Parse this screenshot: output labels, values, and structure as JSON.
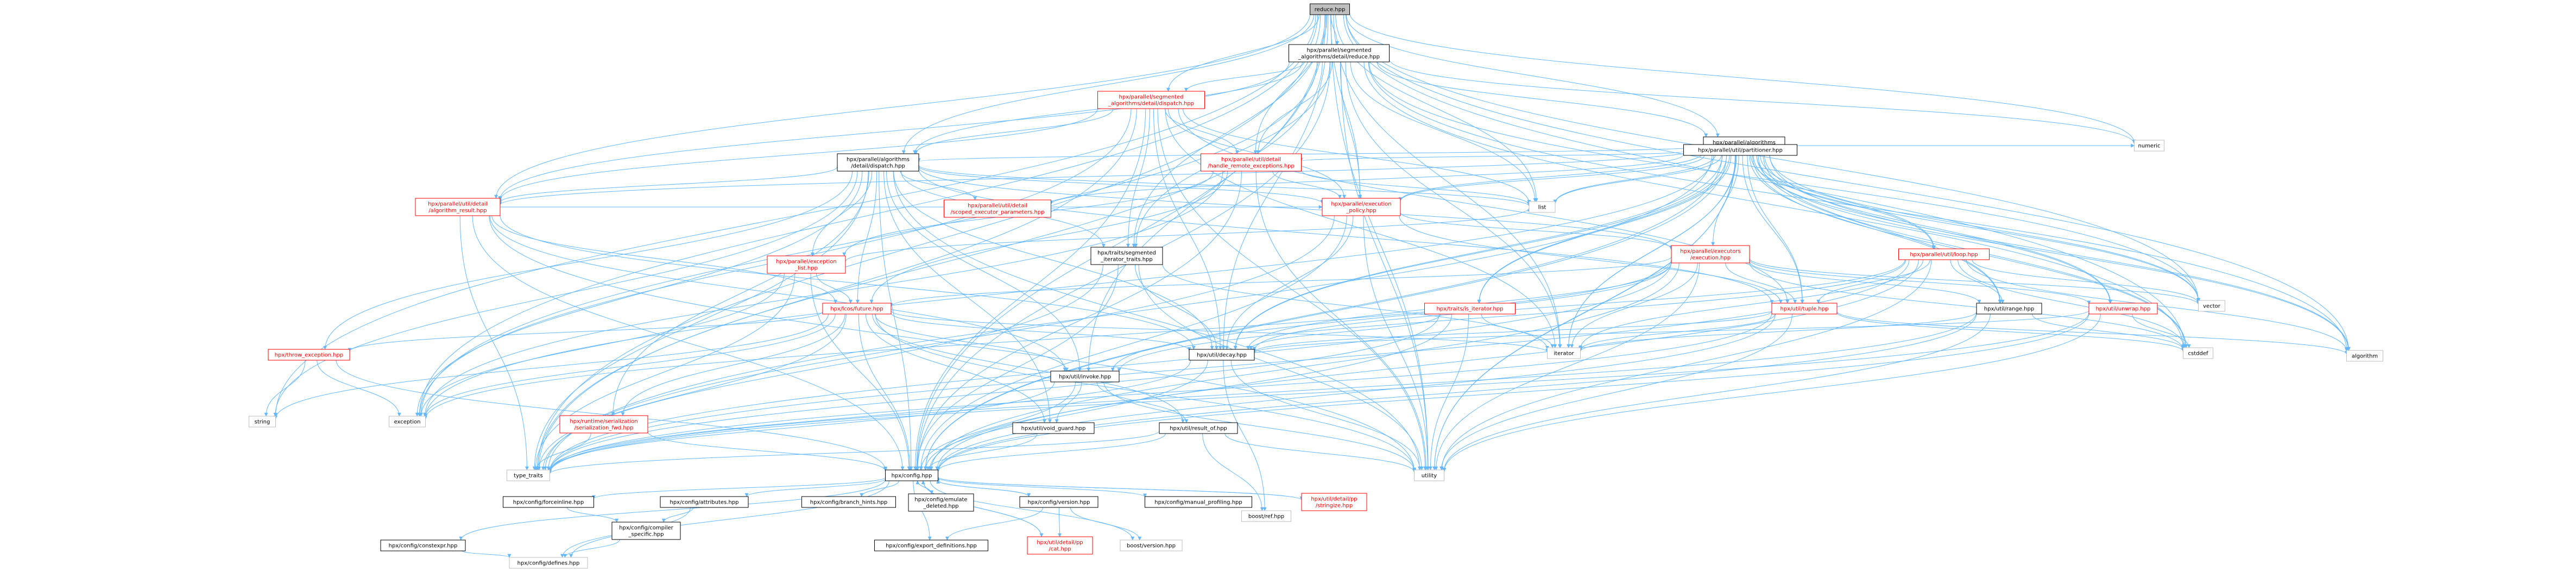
{
  "colors": {
    "edge": "#63b8ff",
    "box_border": "#000000",
    "box_fill": "#ffffff",
    "missing_border": "#bfbfbf",
    "root_fill": "#bfbfbf",
    "incomplete_text": "#ff0000",
    "text": "#000000"
  },
  "nodes": [
    {
      "id": "reduce",
      "lines": [
        "reduce.hpp"
      ],
      "kind": "root"
    },
    {
      "id": "seg_reduce",
      "lines": [
        "hpx/parallel/segmented",
        "_algorithms/detail/reduce.hpp"
      ],
      "kind": "normal"
    },
    {
      "id": "seg_dispatch",
      "lines": [
        "hpx/parallel/segmented",
        "_algorithms/detail/dispatch.hpp"
      ],
      "kind": "incomplete"
    },
    {
      "id": "alg_reduce",
      "lines": [
        "hpx/parallel/algorithms",
        "/reduce.hpp"
      ],
      "kind": "normal"
    },
    {
      "id": "alg_dispatch",
      "lines": [
        "hpx/parallel/algorithms",
        "/detail/dispatch.hpp"
      ],
      "kind": "normal"
    },
    {
      "id": "handle_remote",
      "lines": [
        "hpx/parallel/util/detail",
        "/handle_remote_exceptions.hpp"
      ],
      "kind": "incomplete"
    },
    {
      "id": "partitioner",
      "lines": [
        "hpx/parallel/util/partitioner.hpp"
      ],
      "kind": "normal"
    },
    {
      "id": "numeric",
      "lines": [
        "numeric"
      ],
      "kind": "missing"
    },
    {
      "id": "alg_result",
      "lines": [
        "hpx/parallel/util/detail",
        "/algorithm_result.hpp"
      ],
      "kind": "incomplete"
    },
    {
      "id": "scoped_exec",
      "lines": [
        "hpx/parallel/util/detail",
        "/scoped_executor_parameters.hpp"
      ],
      "kind": "incomplete"
    },
    {
      "id": "exec_policy",
      "lines": [
        "hpx/parallel/execution",
        "_policy.hpp"
      ],
      "kind": "incomplete"
    },
    {
      "id": "list",
      "lines": [
        "list"
      ],
      "kind": "missing"
    },
    {
      "id": "seg_iter",
      "lines": [
        "hpx/traits/segmented",
        "_iterator_traits.hpp"
      ],
      "kind": "normal"
    },
    {
      "id": "executors_exec",
      "lines": [
        "hpx/parallel/executors",
        "/execution.hpp"
      ],
      "kind": "incomplete"
    },
    {
      "id": "util_loop",
      "lines": [
        "hpx/parallel/util/loop.hpp"
      ],
      "kind": "incomplete"
    },
    {
      "id": "exc_list",
      "lines": [
        "hpx/parallel/exception",
        "_list.hpp"
      ],
      "kind": "incomplete"
    },
    {
      "id": "future",
      "lines": [
        "hpx/lcos/future.hpp"
      ],
      "kind": "incomplete"
    },
    {
      "id": "is_iterator",
      "lines": [
        "hpx/traits/is_iterator.hpp"
      ],
      "kind": "incomplete"
    },
    {
      "id": "tuple",
      "lines": [
        "hpx/util/tuple.hpp"
      ],
      "kind": "incomplete"
    },
    {
      "id": "range",
      "lines": [
        "hpx/util/range.hpp"
      ],
      "kind": "normal"
    },
    {
      "id": "unwrap",
      "lines": [
        "hpx/util/unwrap.hpp"
      ],
      "kind": "incomplete"
    },
    {
      "id": "vector",
      "lines": [
        "vector"
      ],
      "kind": "missing"
    },
    {
      "id": "throw_exc",
      "lines": [
        "hpx/throw_exception.hpp"
      ],
      "kind": "incomplete"
    },
    {
      "id": "decay",
      "lines": [
        "hpx/util/decay.hpp"
      ],
      "kind": "normal"
    },
    {
      "id": "iterator",
      "lines": [
        "iterator"
      ],
      "kind": "missing"
    },
    {
      "id": "invoke",
      "lines": [
        "hpx/util/invoke.hpp"
      ],
      "kind": "normal"
    },
    {
      "id": "cstddef",
      "lines": [
        "cstddef"
      ],
      "kind": "missing"
    },
    {
      "id": "algorithm",
      "lines": [
        "algorithm"
      ],
      "kind": "missing"
    },
    {
      "id": "string",
      "lines": [
        "string"
      ],
      "kind": "missing"
    },
    {
      "id": "exception",
      "lines": [
        "exception"
      ],
      "kind": "missing"
    },
    {
      "id": "ser_fwd",
      "lines": [
        "hpx/runtime/serialization",
        "/serialization_fwd.hpp"
      ],
      "kind": "incomplete"
    },
    {
      "id": "void_guard",
      "lines": [
        "hpx/util/void_guard.hpp"
      ],
      "kind": "normal"
    },
    {
      "id": "result_of",
      "lines": [
        "hpx/util/result_of.hpp"
      ],
      "kind": "normal"
    },
    {
      "id": "type_traits",
      "lines": [
        "type_traits"
      ],
      "kind": "missing"
    },
    {
      "id": "config",
      "lines": [
        "hpx/config.hpp"
      ],
      "kind": "normal"
    },
    {
      "id": "utility",
      "lines": [
        "utility"
      ],
      "kind": "missing"
    },
    {
      "id": "boost_ref",
      "lines": [
        "boost/ref.hpp"
      ],
      "kind": "missing"
    },
    {
      "id": "forceinline",
      "lines": [
        "hpx/config/forceinline.hpp"
      ],
      "kind": "normal"
    },
    {
      "id": "attributes",
      "lines": [
        "hpx/config/attributes.hpp"
      ],
      "kind": "normal"
    },
    {
      "id": "branch_hints",
      "lines": [
        "hpx/config/branch_hints.hpp"
      ],
      "kind": "normal"
    },
    {
      "id": "emulate_deleted",
      "lines": [
        "hpx/config/emulate",
        "_deleted.hpp"
      ],
      "kind": "normal"
    },
    {
      "id": "version",
      "lines": [
        "hpx/config/version.hpp"
      ],
      "kind": "normal"
    },
    {
      "id": "manual_profiling",
      "lines": [
        "hpx/config/manual_profiling.hpp"
      ],
      "kind": "normal"
    },
    {
      "id": "stringize",
      "lines": [
        "hpx/util/detail/pp",
        "/stringize.hpp"
      ],
      "kind": "incomplete"
    },
    {
      "id": "constexpr",
      "lines": [
        "hpx/config/constexpr.hpp"
      ],
      "kind": "normal"
    },
    {
      "id": "compiler_specific",
      "lines": [
        "hpx/config/compiler",
        "_specific.hpp"
      ],
      "kind": "normal"
    },
    {
      "id": "export_defs",
      "lines": [
        "hpx/config/export_definitions.hpp"
      ],
      "kind": "normal"
    },
    {
      "id": "pp_cat",
      "lines": [
        "hpx/util/detail/pp",
        "/cat.hpp"
      ],
      "kind": "incomplete"
    },
    {
      "id": "boost_version",
      "lines": [
        "boost/version.hpp"
      ],
      "kind": "missing"
    },
    {
      "id": "defines",
      "lines": [
        "hpx/config/defines.hpp"
      ],
      "kind": "missing"
    }
  ],
  "edges": [
    [
      "reduce",
      "seg_reduce"
    ],
    [
      "reduce",
      "alg_reduce"
    ],
    [
      "reduce",
      "seg_dispatch"
    ],
    [
      "reduce",
      "alg_dispatch"
    ],
    [
      "reduce",
      "handle_remote"
    ],
    [
      "reduce",
      "exec_policy"
    ],
    [
      "reduce",
      "seg_iter"
    ],
    [
      "reduce",
      "alg_result"
    ],
    [
      "reduce",
      "list"
    ],
    [
      "reduce",
      "numeric"
    ],
    [
      "reduce",
      "vector"
    ],
    [
      "reduce",
      "algorithm"
    ],
    [
      "reduce",
      "iterator"
    ],
    [
      "reduce",
      "type_traits"
    ],
    [
      "reduce",
      "utility"
    ],
    [
      "reduce",
      "config"
    ],
    [
      "reduce",
      "invoke"
    ],
    [
      "reduce",
      "decay"
    ],
    [
      "reduce",
      "string"
    ],
    [
      "reduce",
      "exception"
    ],
    [
      "reduce",
      "cstddef"
    ],
    [
      "seg_reduce",
      "seg_dispatch"
    ],
    [
      "seg_reduce",
      "alg_dispatch"
    ],
    [
      "seg_reduce",
      "alg_reduce"
    ],
    [
      "seg_reduce",
      "exec_policy"
    ],
    [
      "seg_reduce",
      "seg_iter"
    ],
    [
      "seg_reduce",
      "list"
    ],
    [
      "seg_reduce",
      "numeric"
    ],
    [
      "seg_reduce",
      "vector"
    ],
    [
      "seg_reduce",
      "algorithm"
    ],
    [
      "seg_reduce",
      "iterator"
    ],
    [
      "seg_reduce",
      "type_traits"
    ],
    [
      "seg_reduce",
      "utility"
    ],
    [
      "seg_reduce",
      "config"
    ],
    [
      "seg_reduce",
      "alg_result"
    ],
    [
      "seg_reduce",
      "handle_remote"
    ],
    [
      "seg_reduce",
      "cstddef"
    ],
    [
      "seg_reduce",
      "exception"
    ],
    [
      "seg_dispatch",
      "alg_dispatch"
    ],
    [
      "seg_dispatch",
      "handle_remote"
    ],
    [
      "seg_dispatch",
      "exec_policy"
    ],
    [
      "seg_dispatch",
      "seg_iter"
    ],
    [
      "seg_dispatch",
      "list"
    ],
    [
      "seg_dispatch",
      "alg_result"
    ],
    [
      "seg_dispatch",
      "type_traits"
    ],
    [
      "seg_dispatch",
      "utility"
    ],
    [
      "seg_dispatch",
      "config"
    ],
    [
      "seg_dispatch",
      "exception"
    ],
    [
      "seg_dispatch",
      "iterator"
    ],
    [
      "seg_dispatch",
      "decay"
    ],
    [
      "seg_dispatch",
      "tuple"
    ],
    [
      "alg_reduce",
      "alg_dispatch"
    ],
    [
      "alg_reduce",
      "partitioner"
    ],
    [
      "alg_reduce",
      "exec_policy"
    ],
    [
      "alg_reduce",
      "alg_result"
    ],
    [
      "alg_reduce",
      "util_loop"
    ],
    [
      "alg_reduce",
      "is_iterator"
    ],
    [
      "alg_reduce",
      "range"
    ],
    [
      "alg_reduce",
      "unwrap"
    ],
    [
      "alg_reduce",
      "numeric"
    ],
    [
      "alg_reduce",
      "vector"
    ],
    [
      "alg_reduce",
      "algorithm"
    ],
    [
      "alg_reduce",
      "iterator"
    ],
    [
      "alg_reduce",
      "type_traits"
    ],
    [
      "alg_reduce",
      "utility"
    ],
    [
      "alg_reduce",
      "config"
    ],
    [
      "alg_reduce",
      "cstddef"
    ],
    [
      "alg_reduce",
      "list"
    ],
    [
      "alg_reduce",
      "decay"
    ],
    [
      "alg_reduce",
      "tuple"
    ],
    [
      "alg_dispatch",
      "alg_result"
    ],
    [
      "alg_dispatch",
      "scoped_exec"
    ],
    [
      "alg_dispatch",
      "exec_policy"
    ],
    [
      "alg_dispatch",
      "exc_list"
    ],
    [
      "alg_dispatch",
      "future"
    ],
    [
      "alg_dispatch",
      "seg_iter"
    ],
    [
      "alg_dispatch",
      "throw_exc"
    ],
    [
      "alg_dispatch",
      "decay"
    ],
    [
      "alg_dispatch",
      "invoke"
    ],
    [
      "alg_dispatch",
      "tuple"
    ],
    [
      "alg_dispatch",
      "ser_fwd"
    ],
    [
      "alg_dispatch",
      "string"
    ],
    [
      "alg_dispatch",
      "type_traits"
    ],
    [
      "alg_dispatch",
      "utility"
    ],
    [
      "alg_dispatch",
      "config"
    ],
    [
      "alg_dispatch",
      "exception"
    ],
    [
      "alg_dispatch",
      "list"
    ],
    [
      "alg_dispatch",
      "executors_exec"
    ],
    [
      "alg_dispatch",
      "void_guard"
    ],
    [
      "handle_remote",
      "exec_policy"
    ],
    [
      "handle_remote",
      "exc_list"
    ],
    [
      "handle_remote",
      "list"
    ],
    [
      "handle_remote",
      "exception"
    ],
    [
      "handle_remote",
      "utility"
    ],
    [
      "handle_remote",
      "config"
    ],
    [
      "handle_remote",
      "future"
    ],
    [
      "partitioner",
      "exec_policy"
    ],
    [
      "partitioner",
      "executors_exec"
    ],
    [
      "partitioner",
      "scoped_exec"
    ],
    [
      "partitioner",
      "handle_remote"
    ],
    [
      "partitioner",
      "util_loop"
    ],
    [
      "partitioner",
      "tuple"
    ],
    [
      "partitioner",
      "unwrap"
    ],
    [
      "partitioner",
      "range"
    ],
    [
      "partitioner",
      "list"
    ],
    [
      "partitioner",
      "vector"
    ],
    [
      "partitioner",
      "iterator"
    ],
    [
      "partitioner",
      "algorithm"
    ],
    [
      "partitioner",
      "cstddef"
    ],
    [
      "partitioner",
      "exception"
    ],
    [
      "partitioner",
      "utility"
    ],
    [
      "partitioner",
      "config"
    ],
    [
      "partitioner",
      "decay"
    ],
    [
      "partitioner",
      "is_iterator"
    ],
    [
      "alg_result",
      "future"
    ],
    [
      "alg_result",
      "exec_policy"
    ],
    [
      "alg_result",
      "type_traits"
    ],
    [
      "alg_result",
      "utility"
    ],
    [
      "alg_result",
      "config"
    ],
    [
      "alg_result",
      "invoke"
    ],
    [
      "alg_result",
      "decay"
    ],
    [
      "exec_policy",
      "executors_exec"
    ],
    [
      "exec_policy",
      "decay"
    ],
    [
      "exec_policy",
      "type_traits"
    ],
    [
      "exec_policy",
      "utility"
    ],
    [
      "exec_policy",
      "config"
    ],
    [
      "exec_policy",
      "tuple"
    ],
    [
      "exec_policy",
      "memory"
    ],
    [
      "seg_iter",
      "decay"
    ],
    [
      "seg_iter",
      "type_traits"
    ],
    [
      "seg_iter",
      "utility"
    ],
    [
      "seg_iter",
      "config"
    ],
    [
      "seg_iter",
      "iterator"
    ],
    [
      "executors_exec",
      "future"
    ],
    [
      "executors_exec",
      "decay"
    ],
    [
      "executors_exec",
      "invoke"
    ],
    [
      "executors_exec",
      "range"
    ],
    [
      "executors_exec",
      "unwrap"
    ],
    [
      "executors_exec",
      "tuple"
    ],
    [
      "executors_exec",
      "type_traits"
    ],
    [
      "executors_exec",
      "utility"
    ],
    [
      "executors_exec",
      "config"
    ],
    [
      "executors_exec",
      "vector"
    ],
    [
      "executors_exec",
      "iterator"
    ],
    [
      "executors_exec",
      "cstddef"
    ],
    [
      "executors_exec",
      "exception"
    ],
    [
      "util_loop",
      "decay"
    ],
    [
      "util_loop",
      "tuple"
    ],
    [
      "util_loop",
      "invoke"
    ],
    [
      "util_loop",
      "range"
    ],
    [
      "util_loop",
      "cstddef"
    ],
    [
      "util_loop",
      "iterator"
    ],
    [
      "util_loop",
      "algorithm"
    ],
    [
      "util_loop",
      "type_traits"
    ],
    [
      "util_loop",
      "utility"
    ],
    [
      "util_loop",
      "config"
    ],
    [
      "util_loop",
      "vector"
    ],
    [
      "exc_list",
      "future"
    ],
    [
      "exc_list",
      "config"
    ],
    [
      "exc_list",
      "list"
    ],
    [
      "exc_list",
      "exception"
    ],
    [
      "exc_list",
      "type_traits"
    ],
    [
      "future",
      "throw_exc"
    ],
    [
      "future",
      "decay"
    ],
    [
      "future",
      "invoke"
    ],
    [
      "future",
      "result_of"
    ],
    [
      "future",
      "void_guard"
    ],
    [
      "future",
      "ser_fwd"
    ],
    [
      "future",
      "exception"
    ],
    [
      "future",
      "iterator"
    ],
    [
      "future",
      "type_traits"
    ],
    [
      "future",
      "utility"
    ],
    [
      "future",
      "config"
    ],
    [
      "future",
      "string"
    ],
    [
      "is_iterator",
      "decay"
    ],
    [
      "is_iterator",
      "iterator"
    ],
    [
      "is_iterator",
      "type_traits"
    ],
    [
      "is_iterator",
      "utility"
    ],
    [
      "is_iterator",
      "config"
    ],
    [
      "tuple",
      "decay"
    ],
    [
      "tuple",
      "cstddef"
    ],
    [
      "tuple",
      "type_traits"
    ],
    [
      "tuple",
      "utility"
    ],
    [
      "tuple",
      "config"
    ],
    [
      "tuple",
      "algorithm"
    ],
    [
      "tuple",
      "iterator"
    ],
    [
      "range",
      "cstddef"
    ],
    [
      "range",
      "iterator"
    ],
    [
      "range",
      "type_traits"
    ],
    [
      "range",
      "utility"
    ],
    [
      "range",
      "config"
    ],
    [
      "unwrap",
      "cstddef"
    ],
    [
      "unwrap",
      "type_traits"
    ],
    [
      "unwrap",
      "utility"
    ],
    [
      "unwrap",
      "config"
    ],
    [
      "unwrap",
      "decay"
    ],
    [
      "throw_exc",
      "config"
    ],
    [
      "throw_exc",
      "exception"
    ],
    [
      "throw_exc",
      "string"
    ],
    [
      "decay",
      "boost_ref"
    ],
    [
      "decay",
      "type_traits"
    ],
    [
      "decay",
      "utility"
    ],
    [
      "decay",
      "config"
    ],
    [
      "invoke",
      "result_of"
    ],
    [
      "invoke",
      "void_guard"
    ],
    [
      "invoke",
      "type_traits"
    ],
    [
      "invoke",
      "utility"
    ],
    [
      "invoke",
      "config"
    ],
    [
      "ser_fwd",
      "config"
    ],
    [
      "ser_fwd",
      "type_traits"
    ],
    [
      "void_guard",
      "config"
    ],
    [
      "result_of",
      "boost_ref"
    ],
    [
      "result_of",
      "type_traits"
    ],
    [
      "result_of",
      "utility"
    ],
    [
      "result_of",
      "config"
    ],
    [
      "config",
      "forceinline"
    ],
    [
      "config",
      "attributes"
    ],
    [
      "config",
      "branch_hints"
    ],
    [
      "config",
      "emulate_deleted"
    ],
    [
      "config",
      "version"
    ],
    [
      "config",
      "manual_profiling"
    ],
    [
      "config",
      "stringize"
    ],
    [
      "config",
      "constexpr"
    ],
    [
      "config",
      "export_defs"
    ],
    [
      "config",
      "pp_cat"
    ],
    [
      "config",
      "boost_version"
    ],
    [
      "config",
      "defines"
    ],
    [
      "forceinline",
      "compiler_specific"
    ],
    [
      "attributes",
      "compiler_specific"
    ],
    [
      "attributes",
      "defines"
    ],
    [
      "compiler_specific",
      "defines"
    ],
    [
      "constexpr",
      "defines"
    ],
    [
      "emulate_deleted",
      "config"
    ],
    [
      "version",
      "config"
    ],
    [
      "version",
      "export_defs"
    ],
    [
      "version",
      "pp_cat"
    ],
    [
      "version",
      "boost_version"
    ],
    [
      "stringize",
      "config"
    ],
    [
      "pp_cat",
      "config"
    ]
  ]
}
